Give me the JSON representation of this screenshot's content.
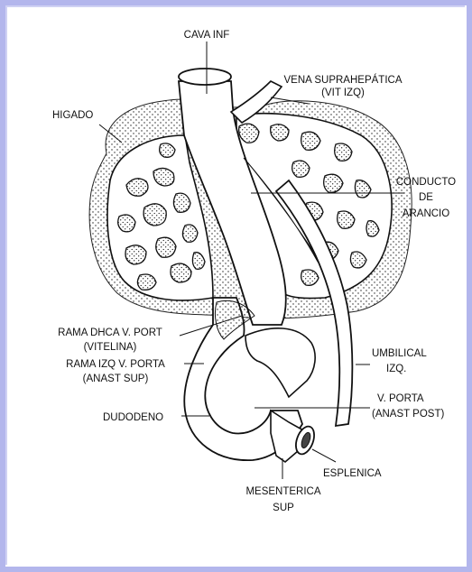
{
  "labels": {
    "cava_inf": "CAVA INF",
    "vena_suprahepatica": "VENA SUPRAHEPÁTICA",
    "vit_izq": "(VIT IZQ)",
    "higado": "HIGADO",
    "conducto": "CONDUCTO",
    "de": "DE",
    "arancio": "ARANCIO",
    "rama_dhca": "RAMA DHCA V. PORT",
    "vitelina": "(VITELINA)",
    "rama_izq": "RAMA IZQ V. PORTA",
    "anast_sup": "(ANAST SUP)",
    "umbilical": "UMBILICAL",
    "izq": "IZQ.",
    "v_porta": "V. PORTA",
    "anast_post": "(ANAST POST)",
    "dudodeno": "DUDODENO",
    "esplenica": "ESPLENICA",
    "mesenterica": "MESENTERICA",
    "sup": "SUP"
  },
  "colors": {
    "border": "#b3b6ec",
    "ink": "#111111",
    "liver_fill": "#ffffff"
  }
}
